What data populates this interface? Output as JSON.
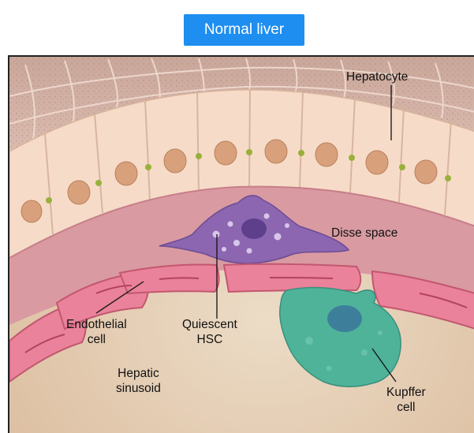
{
  "title": "Normal liver",
  "labels": {
    "hepatocyte": "Hepatocyte",
    "disse_space": "Disse space",
    "endothelial_line1": "Endothelial",
    "endothelial_line2": "cell",
    "hsc_line1": "Quiescent",
    "hsc_line2": "HSC",
    "sinusoid_line1": "Hepatic",
    "sinusoid_line2": "sinusoid",
    "kupffer_line1": "Kupffer",
    "kupffer_line2": "cell"
  },
  "colors": {
    "title_bg": "#1e8ef0",
    "hepatocyte": "#f6dcc8",
    "nucleus": "#d9a07c",
    "disse_space": "#d99aa2",
    "endothelial": "#e9829a",
    "hsc": "#8c66b0",
    "kupffer": "#4fb39a",
    "sinusoid": "#e6cdb0"
  }
}
